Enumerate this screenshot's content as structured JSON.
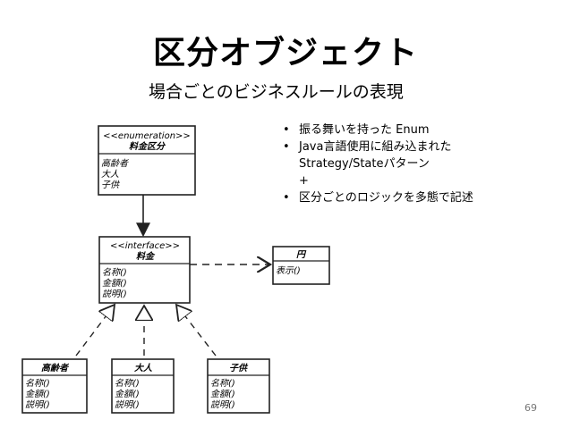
{
  "slide": {
    "title": "区分オブジェクト",
    "subtitle": "場合ごとのビジネスルールの表現",
    "bullets": [
      "振る舞いを持った Enum",
      "Java言語使用に組み込まれた",
      "Strategy/Stateパターン",
      "+",
      "区分ごとのロジックを多態で記述"
    ],
    "page_number": "69"
  },
  "diagram": {
    "enum_box": {
      "stereotype": "<<enumeration>>",
      "name": "料金区分",
      "items": [
        "高齢者",
        "大人",
        "子供"
      ]
    },
    "interface_box": {
      "stereotype": "<<interface>>",
      "name": "料金",
      "methods": [
        "名称()",
        "金額()",
        "説明()"
      ]
    },
    "yen_box": {
      "name": "円",
      "methods": [
        "表示()"
      ]
    },
    "impl_boxes": [
      {
        "name": "高齢者",
        "methods": [
          "名称()",
          "金額()",
          "説明()"
        ]
      },
      {
        "name": "大人",
        "methods": [
          "名称()",
          "金額()",
          "説明()"
        ]
      },
      {
        "name": "子供",
        "methods": [
          "名称()",
          "金額()",
          "説明()"
        ]
      }
    ]
  }
}
